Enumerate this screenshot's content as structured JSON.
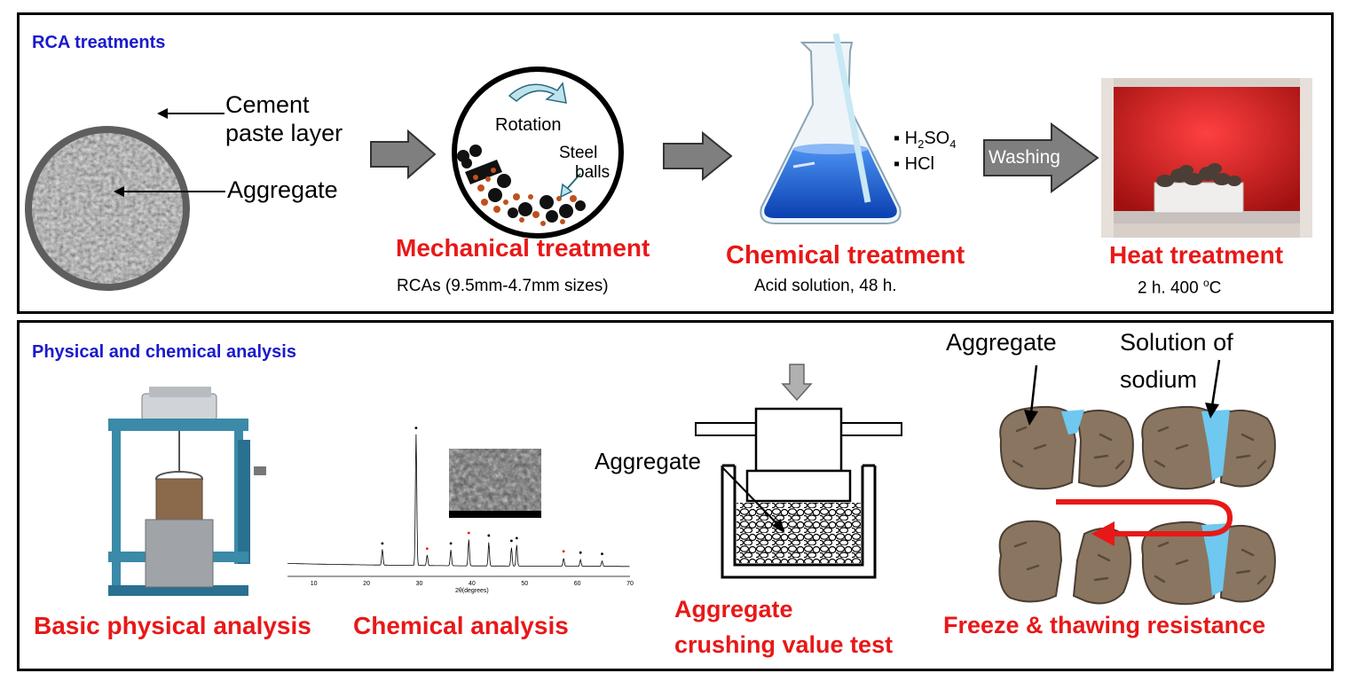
{
  "panel1": {
    "title": "RCA treatments",
    "cement_label_line1": "Cement",
    "cement_label_line2": "paste layer",
    "aggregate_label": "Aggregate",
    "rotation_label": "Rotation",
    "steel_label_line1": "Steel",
    "steel_label_line2": "balls",
    "mechanical_title": "Mechanical treatment",
    "mechanical_caption": "RCAs (9.5mm-4.7mm sizes)",
    "acid1_main": "H",
    "acid1_sub1": "2",
    "acid1_mid": "SO",
    "acid1_sub2": "4",
    "acid2": "HCl",
    "chemical_title": "Chemical treatment",
    "chemical_caption": "Acid solution, 48 h.",
    "washing_label": "Washing",
    "heat_title": "Heat treatment",
    "heat_caption_main": "2 h. 400 ",
    "heat_caption_sup": "o",
    "heat_caption_unit": "C"
  },
  "panel2": {
    "title": "Physical and chemical analysis",
    "basic_title": "Basic physical analysis",
    "chemical_title": "Chemical analysis",
    "xrd_axis_label": "2θ(degrees)",
    "xrd_ticks": [
      "10",
      "20",
      "30",
      "40",
      "50",
      "60",
      "70"
    ],
    "crushing_aggregate_label": "Aggregate",
    "crushing_title_line1": "Aggregate",
    "crushing_title_line2": "crushing value test",
    "freeze_aggregate_label": "Aggregate",
    "freeze_solution_line1": "Solution of",
    "freeze_solution_line2": "sodium",
    "freeze_title": "Freeze & thawing resistance"
  },
  "colors": {
    "title_blue": "#1a1acc",
    "label_red": "#e81818",
    "arrow_gray": "#7f7f7f",
    "rock_brown": "#8a7560",
    "water_blue": "#6ec8f0"
  }
}
